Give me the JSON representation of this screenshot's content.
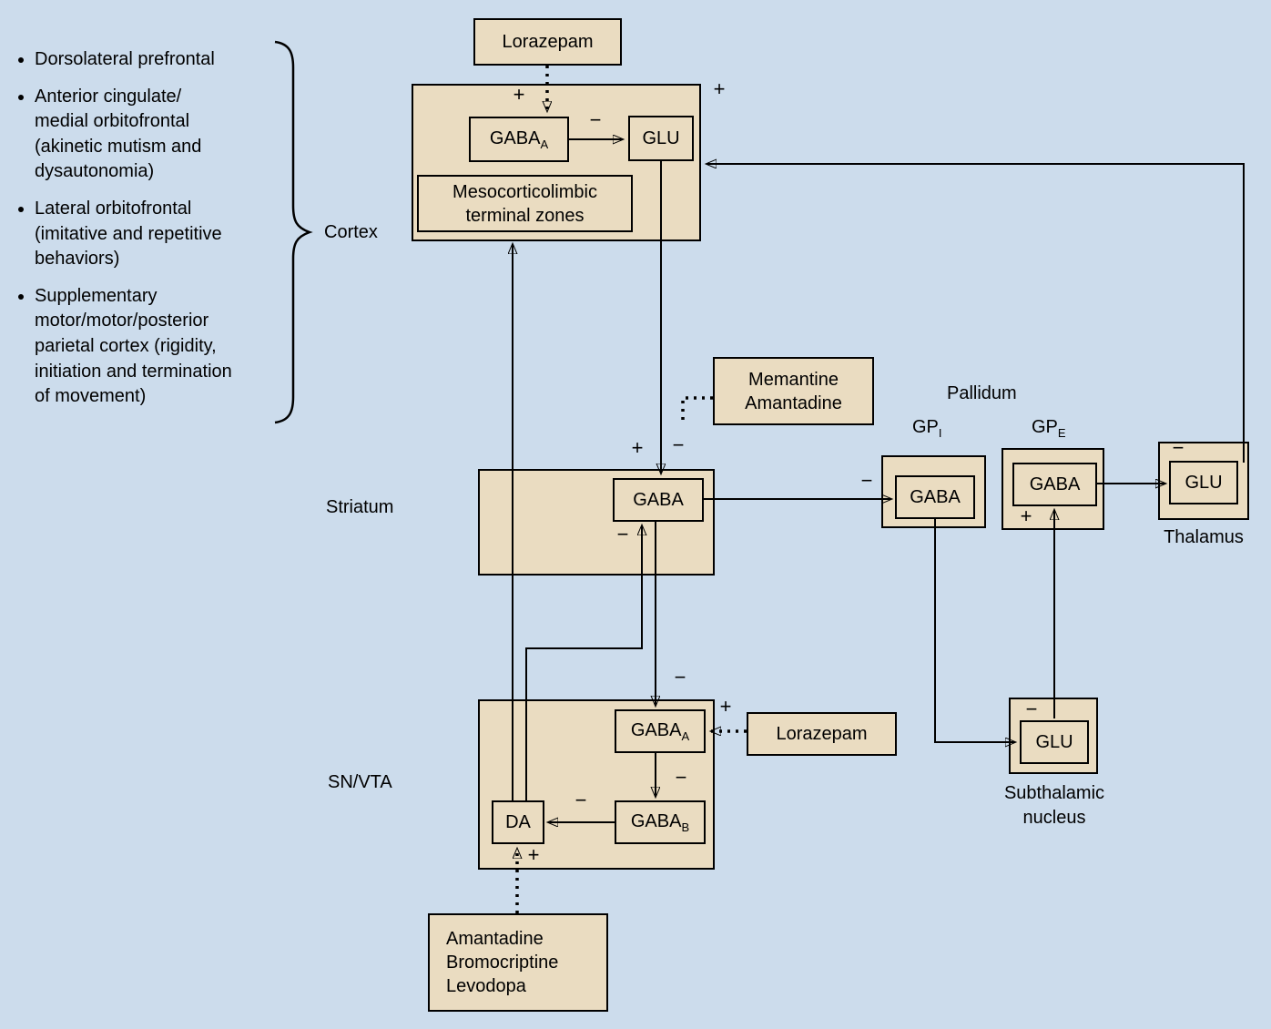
{
  "colors": {
    "background": "#ccdcec",
    "box_fill": "#eadcc1",
    "line": "#000000"
  },
  "cortex_targets": {
    "bullets": [
      "Dorsolateral prefrontal",
      "Anterior cingulate/\nmedial orbitofrontal\n(akinetic mutism and\ndysautonomia)",
      "Lateral orbitofrontal\n(imitative and repetitive\nbehaviors)",
      "Supplementary\nmotor/motor/posterior\nparietal cortex (rigidity,\ninitiation and termination\nof movement)"
    ]
  },
  "region_labels": {
    "cortex": "Cortex",
    "striatum": "Striatum",
    "snvta": "SN/VTA",
    "pallidum": "Pallidum",
    "gpi": {
      "text": "GP",
      "sub": "I"
    },
    "gpe": {
      "text": "GP",
      "sub": "E"
    },
    "thalamus": "Thalamus",
    "subthalamic": "Subthalamic\nnucleus"
  },
  "nodes": {
    "lorazepam_top": "Lorazepam",
    "cortex_gabaa": {
      "text": "GABA",
      "sub": "A"
    },
    "cortex_glu": "GLU",
    "mesocorticolimbic": "Mesocorticolimbic\nterminal zones",
    "memantine_amantadine": "Memantine\nAmantadine",
    "striatum_gaba": "GABA",
    "gpi_gaba": "GABA",
    "gpe_gaba": "GABA",
    "thalamus_glu": "GLU",
    "snvta_gabaa": {
      "text": "GABA",
      "sub": "A"
    },
    "snvta_gabab": {
      "text": "GABA",
      "sub": "B"
    },
    "snvta_da": "DA",
    "lorazepam_snvta": "Lorazepam",
    "stn_glu": "GLU",
    "da_drugs": "Amantadine\nBromocriptine\nLevodopa"
  },
  "signs": {
    "lorazepam_to_cortex_gabaa": "+",
    "cortex_gabaa_to_glu": "−",
    "thalamus_to_cortex": "+",
    "cortex_to_striatum_plus": "+",
    "cortex_to_striatum_minus": "−",
    "da_to_striatum": "−",
    "striatum_to_gpi": "−",
    "striatum_to_snvta": "−",
    "lorazepam_to_snvta_gabaa": "+",
    "gabaa_to_gabab": "−",
    "gabab_to_da": "−",
    "drugs_to_da": "+",
    "gpi_to_stn": "−",
    "stn_to_gpe": "+",
    "gpe_to_thalamus": "−"
  }
}
